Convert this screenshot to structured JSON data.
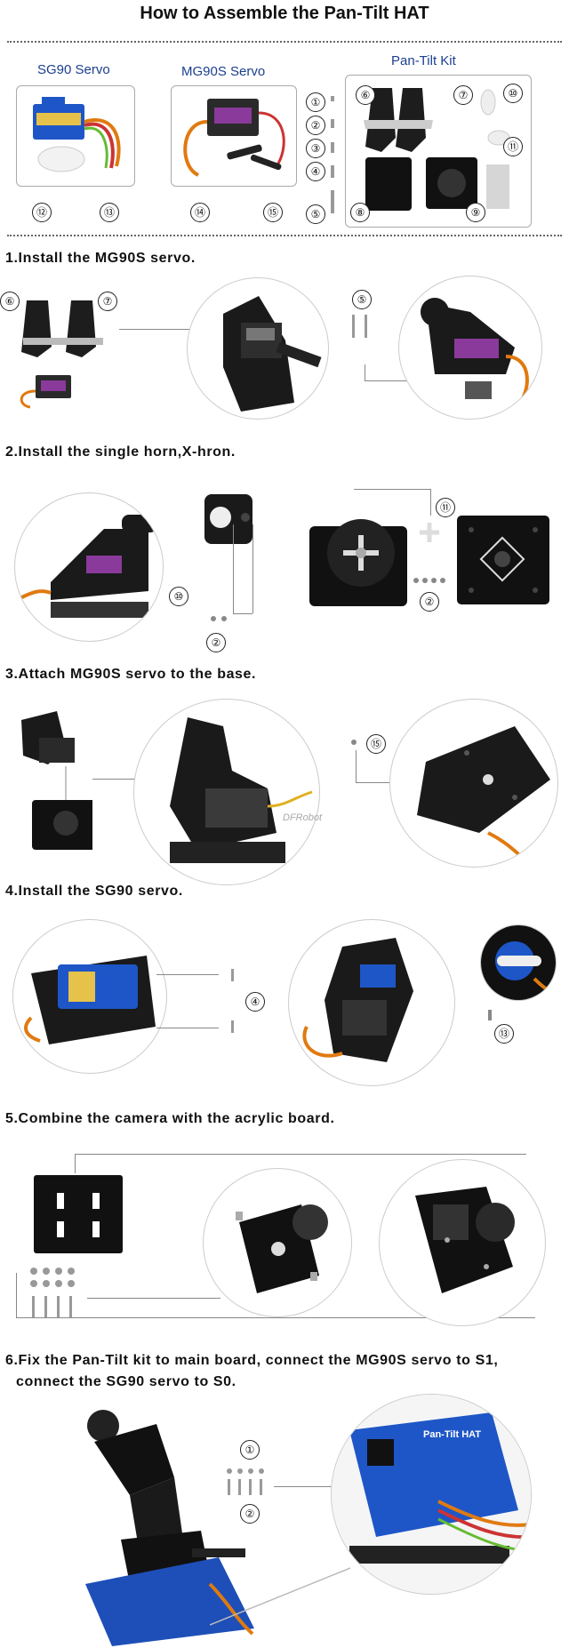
{
  "title": "How to Assemble the Pan-Tilt HAT",
  "parts": {
    "sg90_label": "SG90 Servo",
    "mg90s_label": "MG90S Servo",
    "kit_label": "Pan-Tilt Kit"
  },
  "numbers": {
    "n1": "①",
    "n2": "②",
    "n3": "③",
    "n4": "④",
    "n5": "⑤",
    "n6": "⑥",
    "n7": "⑦",
    "n8": "⑧",
    "n9": "⑨",
    "n10": "⑩",
    "n11": "⑪",
    "n12": "⑫",
    "n13": "⑬",
    "n14": "⑭",
    "n15": "⑮"
  },
  "steps": {
    "s1": "1.Install the MG90S servo.",
    "s2": "2.Install the single horn,X-hron.",
    "s3": "3.Attach MG90S servo to the base.",
    "s4": "4.Install the SG90 servo.",
    "s5": "5.Combine the camera with the acrylic board.",
    "s6_line1": "6.Fix the Pan-Tilt kit to main board, connect the MG90S servo to S1,",
    "s6_line2": "connect the SG90 servo to S0."
  },
  "board_label": "Pan-Tilt HAT",
  "watermark": "DFRobot"
}
